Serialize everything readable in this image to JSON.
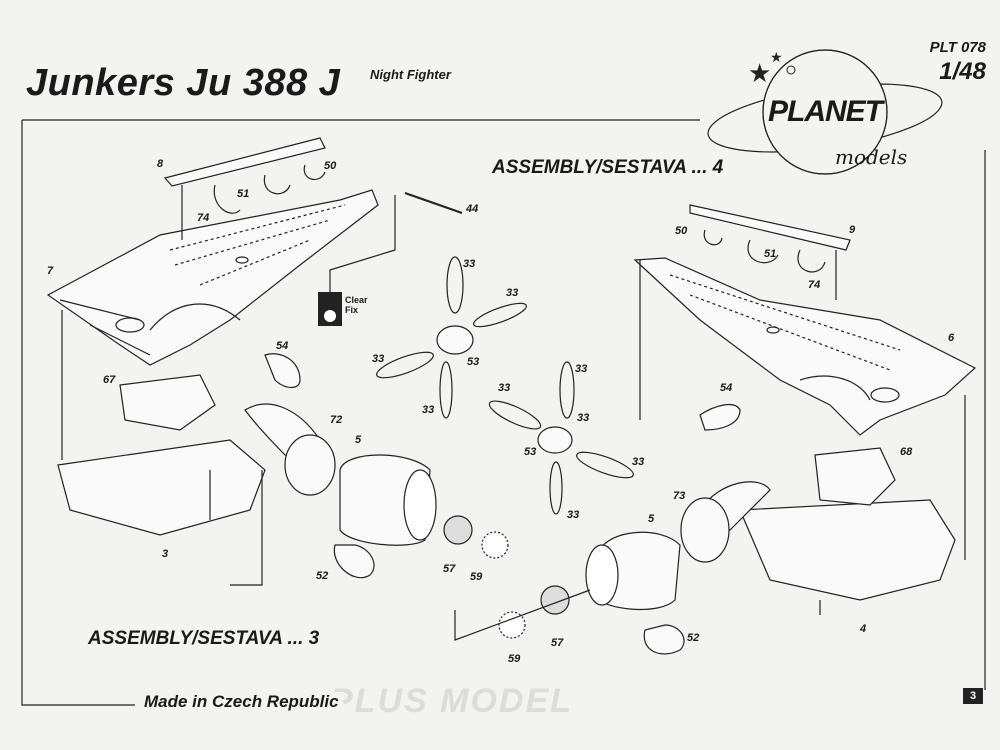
{
  "header": {
    "title": "Junkers Ju 388 J",
    "subtitle": "Night Fighter",
    "kit_code": "PLT 078",
    "scale": "1/48"
  },
  "logo": {
    "brand": "PLANET",
    "sub": "models"
  },
  "assembly": {
    "step4": "ASSEMBLY/SESTAVA ... 4",
    "step3": "ASSEMBLY/SESTAVA ... 3"
  },
  "clearfix": {
    "line1": "Clear",
    "line2": "Fix"
  },
  "parts": {
    "p0": "8",
    "p1": "51",
    "p2": "50",
    "p3": "74",
    "p4": "7",
    "p5": "44",
    "p6": "33",
    "p7": "33",
    "p8": "33",
    "p9": "53",
    "p10": "33",
    "p11": "54",
    "p12": "67",
    "p13": "72",
    "p14": "5",
    "p15": "33",
    "p16": "33",
    "p17": "33",
    "p18": "53",
    "p19": "33",
    "p20": "33",
    "p21": "3",
    "p22": "52",
    "p23": "57",
    "p24": "59",
    "p25": "5",
    "p26": "73",
    "p27": "54",
    "p28": "50",
    "p29": "51",
    "p30": "9",
    "p31": "74",
    "p32": "6",
    "p33": "68",
    "p34": "4",
    "p35": "57",
    "p36": "52",
    "p37": "59"
  },
  "watermark": "PLUS MODEL",
  "footer": {
    "made_in": "Made in Czech Republic",
    "page": "3"
  }
}
